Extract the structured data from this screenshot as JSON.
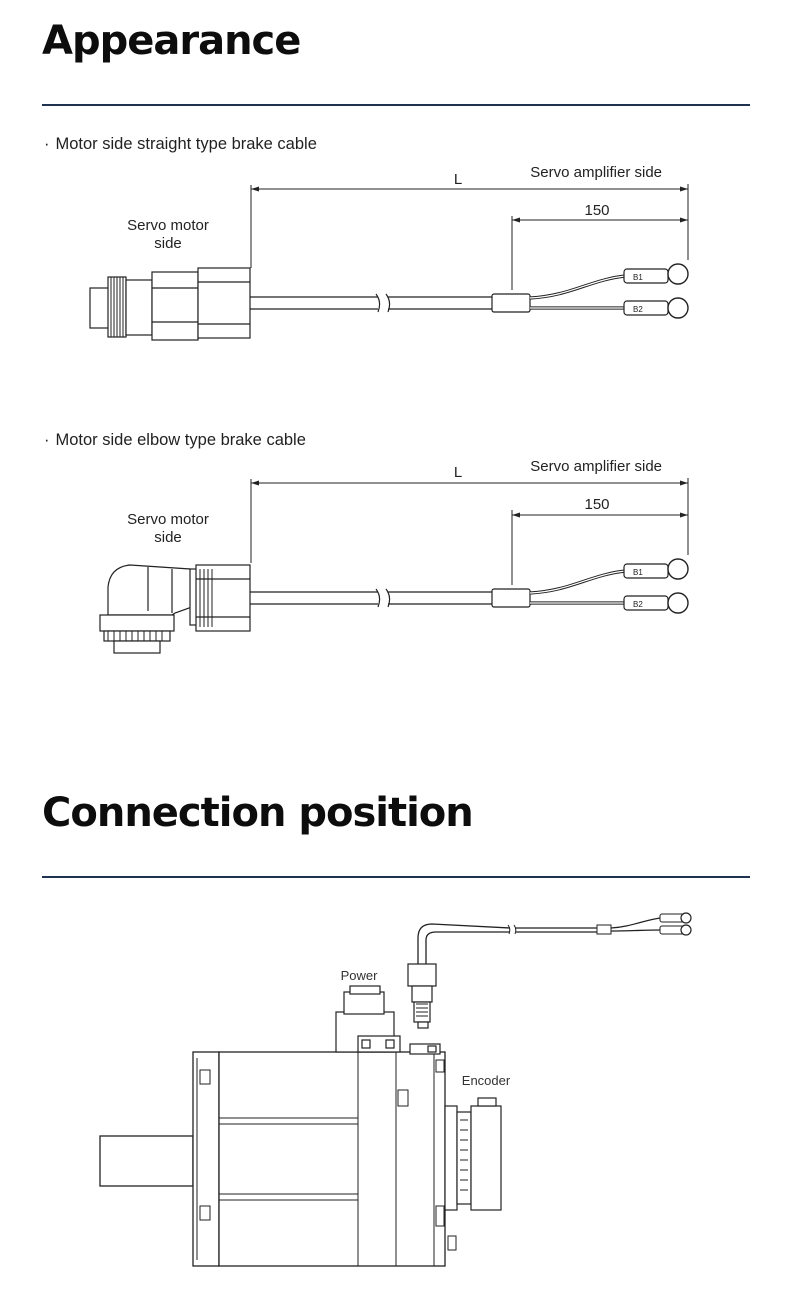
{
  "appearance": {
    "heading": "Appearance",
    "straight": {
      "caption": "Motor side straight type brake cable",
      "bullet": "·",
      "length_label": "L",
      "servo_amplifier_label": "Servo amplifier side",
      "dimension_label": "150",
      "servo_motor_label_line1": "Servo motor",
      "servo_motor_label_line2": "side",
      "terminal_1": "B1",
      "terminal_2": "B2"
    },
    "elbow": {
      "caption": "Motor side elbow type brake cable",
      "bullet": "·",
      "length_label": "L",
      "servo_amplifier_label": "Servo amplifier side",
      "dimension_label": "150",
      "servo_motor_label_line1": "Servo motor",
      "servo_motor_label_line2": "side",
      "terminal_1": "B1",
      "terminal_2": "B2"
    }
  },
  "connection": {
    "heading": "Connection position",
    "power_label": "Power",
    "encoder_label": "Encoder"
  },
  "colors": {
    "rule": "#1f3350",
    "line": "#222222"
  }
}
